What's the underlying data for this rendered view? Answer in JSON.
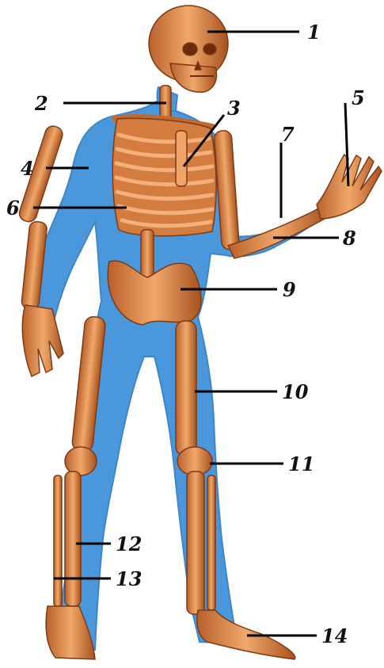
{
  "figure": {
    "background": "#ffffff",
    "colors": {
      "silhouette": "#4a97db",
      "bone": "#e69358",
      "bone_dark": "#9e4a20",
      "label": "#111111"
    },
    "labels": [
      "1",
      "2",
      "3",
      "4",
      "5",
      "6",
      "7",
      "8",
      "9",
      "10",
      "11",
      "12",
      "13",
      "14"
    ]
  }
}
